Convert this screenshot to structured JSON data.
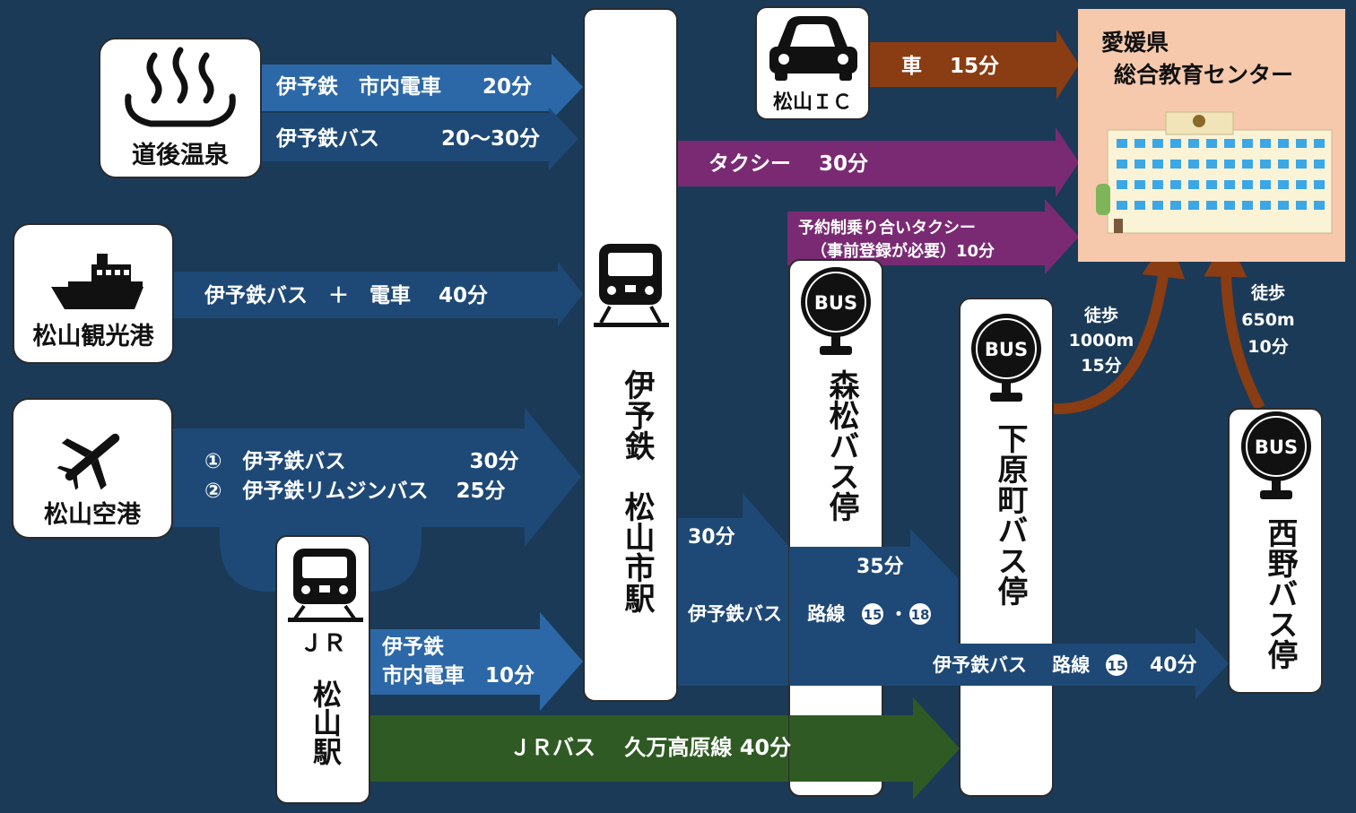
{
  "origins": {
    "dogo": "道後温泉",
    "port": "松山観光港",
    "airport": "松山空港",
    "jr_station": "ＪＲ",
    "jr_station_2": "松山駅",
    "ic": "松山ＩＣ"
  },
  "hub": {
    "iyotetsu_matsuyama": "伊予鉄　松山市駅"
  },
  "stops": {
    "morimatsu": "森松バス停",
    "shimoharamachi": "下原町バス停",
    "nishino": "西野バス停"
  },
  "destination": {
    "line1": "愛媛県",
    "line2": "総合教育センター"
  },
  "routes": {
    "dogo_tram": "伊予鉄　市内電車　　20分",
    "dogo_bus": "伊予鉄バス　　　20～30分",
    "port": "伊予鉄バス　＋　電車　 40分",
    "airport_1": "①　伊予鉄バス　　　　　　30分",
    "airport_2": "②　伊予鉄リムジンバス　 25分",
    "jr_tram_1": "伊予鉄",
    "jr_tram_2": "市内電車　10分",
    "jr_bus": "ＪＲバス　 久万高原線 40分",
    "car": "車　 15分",
    "taxi": "タクシー　 30分",
    "shared_taxi_1": "予約制乗り合いタクシー",
    "shared_taxi_2": "（事前登録が必要）10分",
    "bus_30": "30分",
    "bus_35": "35分",
    "bus_line_15_18": "伊予鉄バス　 路線",
    "route_num_15": "15",
    "route_num_18": "18",
    "route_dot": "・",
    "bus_line_15": "伊予鉄バス　 路線",
    "bus_40": "40分"
  },
  "walk": {
    "from_shimoharamachi": [
      "徒歩",
      "1000m",
      "15分"
    ],
    "from_nishino": [
      "徒歩",
      "650m",
      "10分"
    ]
  },
  "bus_sign": "BUS",
  "colors": {
    "background": "#1b3a57",
    "tram_blue": "#2c68a7",
    "bus_navy": "#1e4976",
    "car_brown": "#8a3c12",
    "taxi_purple": "#7a2a73",
    "jr_green": "#2f5a23",
    "dest_pink": "#f6c9ad"
  },
  "icons": [
    "hot-spring-icon",
    "ship-icon",
    "airplane-icon",
    "train-icon",
    "car-icon",
    "bus-stop-icon",
    "building-icon"
  ]
}
